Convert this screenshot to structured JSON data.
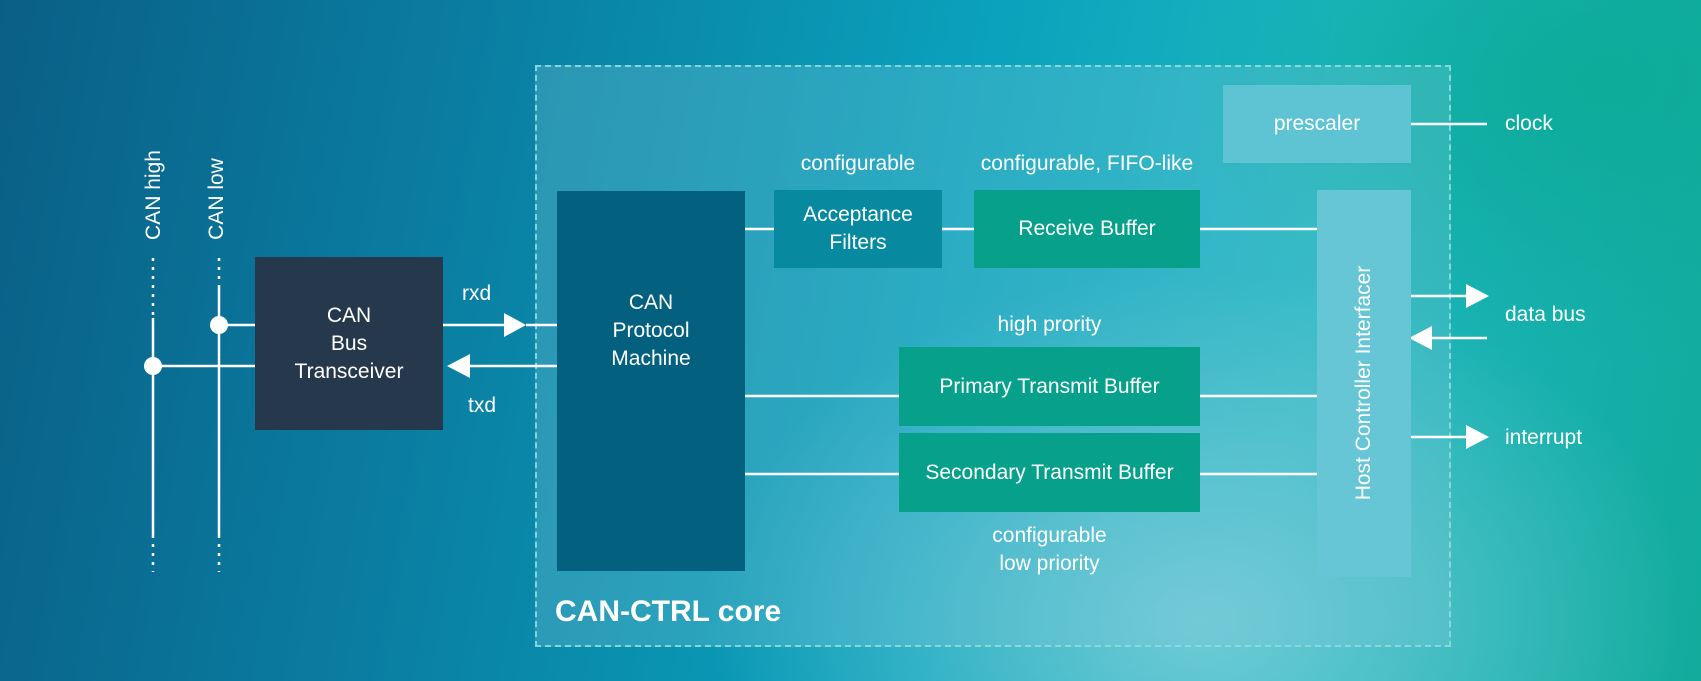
{
  "bus": {
    "can_high_label": "CAN high",
    "can_low_label": "CAN low"
  },
  "transceiver": {
    "label": "CAN\nBus\nTransceiver"
  },
  "signals": {
    "rxd": "rxd",
    "txd": "txd"
  },
  "core": {
    "title": "CAN-CTRL core",
    "protocol_machine": "CAN\nProtocol\nMachine",
    "acceptance_filters": "Acceptance\nFilters",
    "acceptance_caption": "configurable",
    "receive_buffer": "Receive Buffer",
    "receive_caption": "configurable, FIFO-like",
    "high_priority_caption": "high prority",
    "primary_tx_buffer": "Primary Transmit Buffer",
    "secondary_tx_buffer": "Secondary Transmit Buffer",
    "low_priority_caption": "configurable\nlow priority",
    "prescaler": "prescaler",
    "host_interface": "Host Controller Interfacer"
  },
  "external": {
    "clock": "clock",
    "data_bus": "data bus",
    "interrupt": "interrupt"
  },
  "colors": {
    "transceiver": "#26394c",
    "protocol_machine": "#03607f",
    "acceptance_filters": "#078aa0",
    "buffers": "#07a08a",
    "prescaler": "#5ec3d2",
    "host_interface": "#66c6d6",
    "lines": "#ffffff"
  }
}
